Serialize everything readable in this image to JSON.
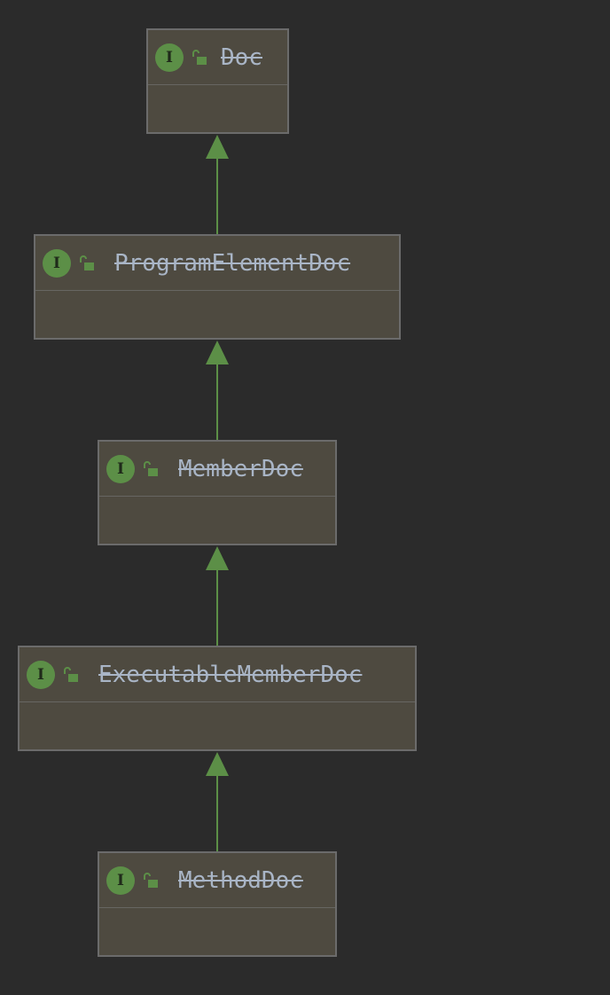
{
  "diagram": {
    "nodes": [
      {
        "id": "doc",
        "name": "Doc",
        "kind_icon": "I",
        "visibility_icon": "unlocked-icon",
        "deprecated": true
      },
      {
        "id": "program-element-doc",
        "name": "ProgramElementDoc",
        "kind_icon": "I",
        "visibility_icon": "unlocked-icon",
        "deprecated": true
      },
      {
        "id": "member-doc",
        "name": "MemberDoc",
        "kind_icon": "I",
        "visibility_icon": "unlocked-icon",
        "deprecated": true
      },
      {
        "id": "executable-member-doc",
        "name": "ExecutableMemberDoc",
        "kind_icon": "I",
        "visibility_icon": "unlocked-icon",
        "deprecated": true
      },
      {
        "id": "method-doc",
        "name": "MethodDoc",
        "kind_icon": "I",
        "visibility_icon": "unlocked-icon",
        "deprecated": true
      }
    ],
    "edges": [
      {
        "from": "program-element-doc",
        "to": "doc",
        "type": "extends"
      },
      {
        "from": "member-doc",
        "to": "program-element-doc",
        "type": "extends"
      },
      {
        "from": "executable-member-doc",
        "to": "member-doc",
        "type": "extends"
      },
      {
        "from": "method-doc",
        "to": "executable-member-doc",
        "type": "extends"
      }
    ],
    "colors": {
      "background": "#2b2b2b",
      "node_fill": "#4e4a40",
      "node_border": "#6b6b6b",
      "edge": "#5c8f47",
      "interface_badge": "#5c8f47",
      "class_name_text": "#a9b5c6"
    }
  }
}
